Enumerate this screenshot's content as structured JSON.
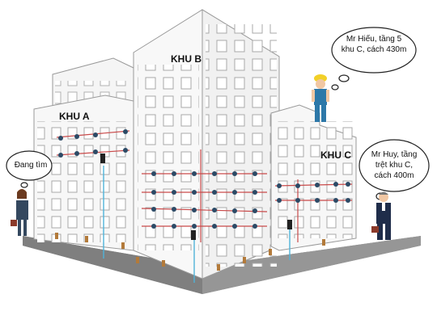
{
  "zones": {
    "a": "KHU A",
    "b": "KHU B",
    "c": "KHU C"
  },
  "speech": {
    "searcher": "Đang tìm",
    "hieu": [
      "Mr Hiếu, tầng 5",
      "khu C, cách 430m"
    ],
    "huy": [
      "Mr Huy, tầng",
      "trệt khu C,",
      "cách 400m"
    ]
  },
  "colors": {
    "wall": "#f7f7f7",
    "outline": "#9a9a9a",
    "window": "#ffffff",
    "ground": "#8a8a8a",
    "red_line": "#c94a4a",
    "blue_line": "#4fb3d9",
    "worker_helmet": "#f2d028",
    "worker_body": "#2d78a8"
  }
}
